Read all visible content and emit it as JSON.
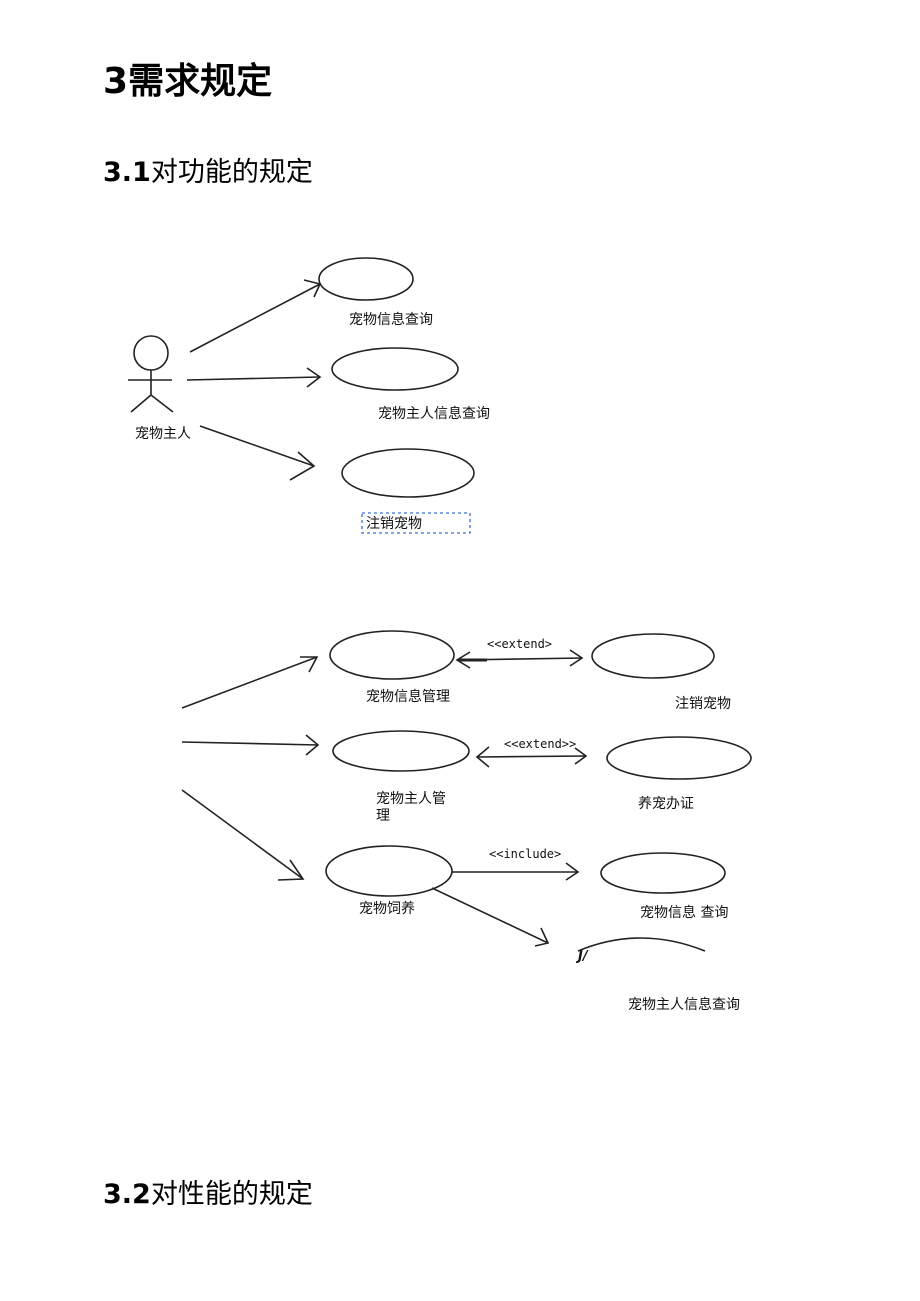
{
  "headings": {
    "section": {
      "num": "3",
      "text": "需求规定"
    },
    "sub_functions": {
      "num": "3.1",
      "text": "对功能的规定"
    },
    "sub_performance": {
      "num": "3.2",
      "text": "对性能的规定"
    }
  },
  "diagram1": {
    "actor": "宠物主人",
    "use_cases": [
      "宠物信息查询",
      "宠物主人信息查询",
      "注销宠物"
    ]
  },
  "diagram2": {
    "use_cases": {
      "pet_info_mgmt": "宠物信息管理",
      "owner_mgmt_line1": "宠物主人管",
      "owner_mgmt_line2": "理",
      "pet_feeding": "宠物饲养",
      "cancel_pet": "注销宠物",
      "pet_license": "养宠办证",
      "pet_info_query": "宠物信息 查询",
      "owner_info_query": "宠物主人信息查询"
    },
    "stereotypes": {
      "extend1": "<<extend>",
      "extend2": "<<extend>>",
      "include": "<<include>"
    },
    "artifact": "J/"
  }
}
